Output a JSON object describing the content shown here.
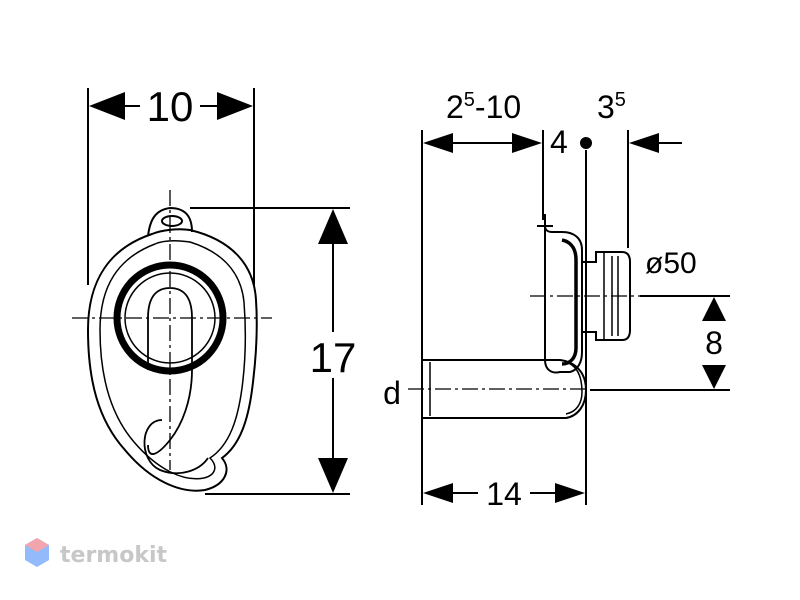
{
  "front_view": {
    "width_label": "10",
    "height_label": "17"
  },
  "side_view": {
    "setback_base": "2",
    "setback_sup": "5",
    "setback_rest": "-10",
    "gap_label": "4",
    "offset_base": "3",
    "offset_sup": "5",
    "outlet_diameter": "ø50",
    "vertical_offset": "8",
    "inlet_label": "d",
    "length_label": "14"
  },
  "watermark": {
    "brand": "termokit",
    "logo_color": "#3b82f6",
    "logo_accent": "#e85d6a"
  }
}
